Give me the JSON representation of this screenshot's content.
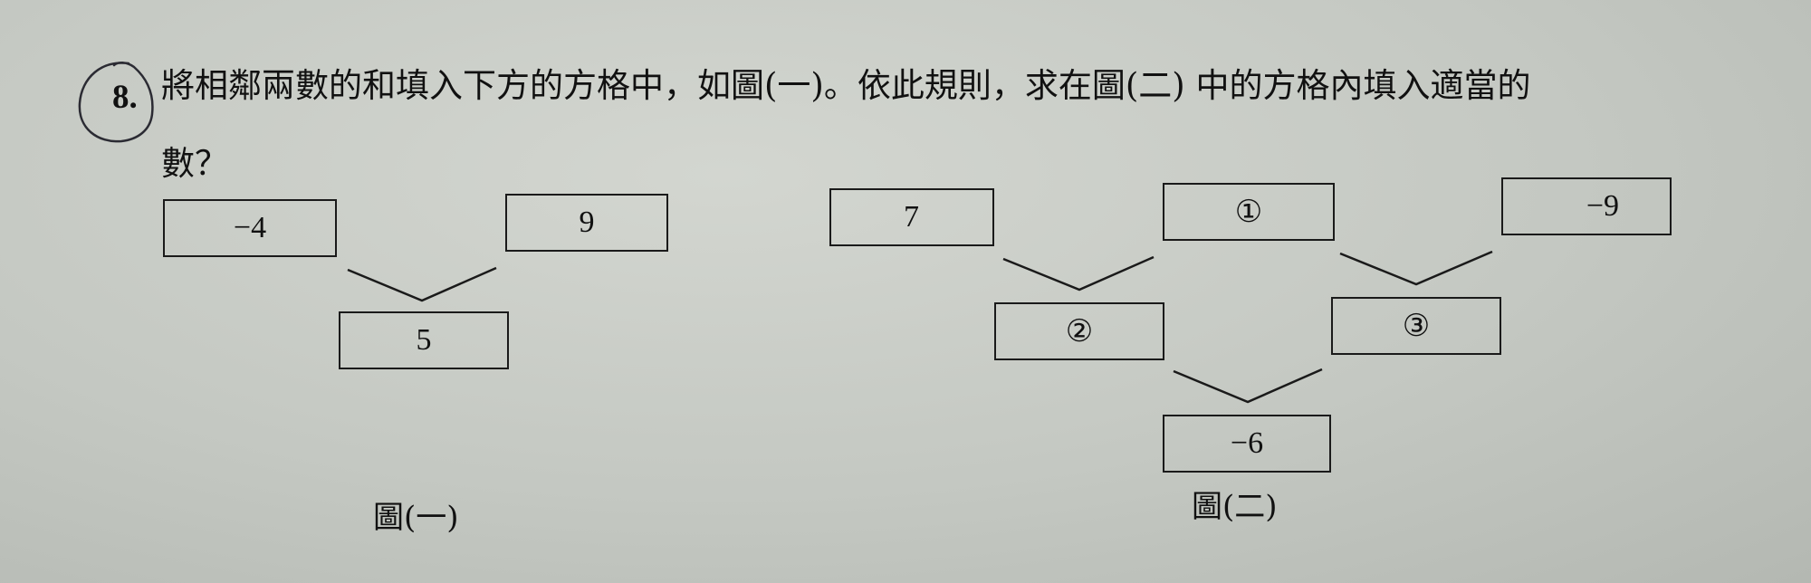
{
  "question": {
    "number": "8.",
    "line1": "將相鄰兩數的和填入下方的方格中，如圖(一)。依此規則，求在圖(二) 中的方格內填入適當的",
    "line2": "數？"
  },
  "figure1": {
    "caption": "圖(一)",
    "top_left": "−4",
    "top_right": "9",
    "bottom": "5"
  },
  "figure2": {
    "caption": "圖(二)",
    "top_left": "7",
    "top_middle": "①",
    "top_right": "−9",
    "middle_left": "②",
    "middle_right": "③",
    "bottom": "−6"
  }
}
